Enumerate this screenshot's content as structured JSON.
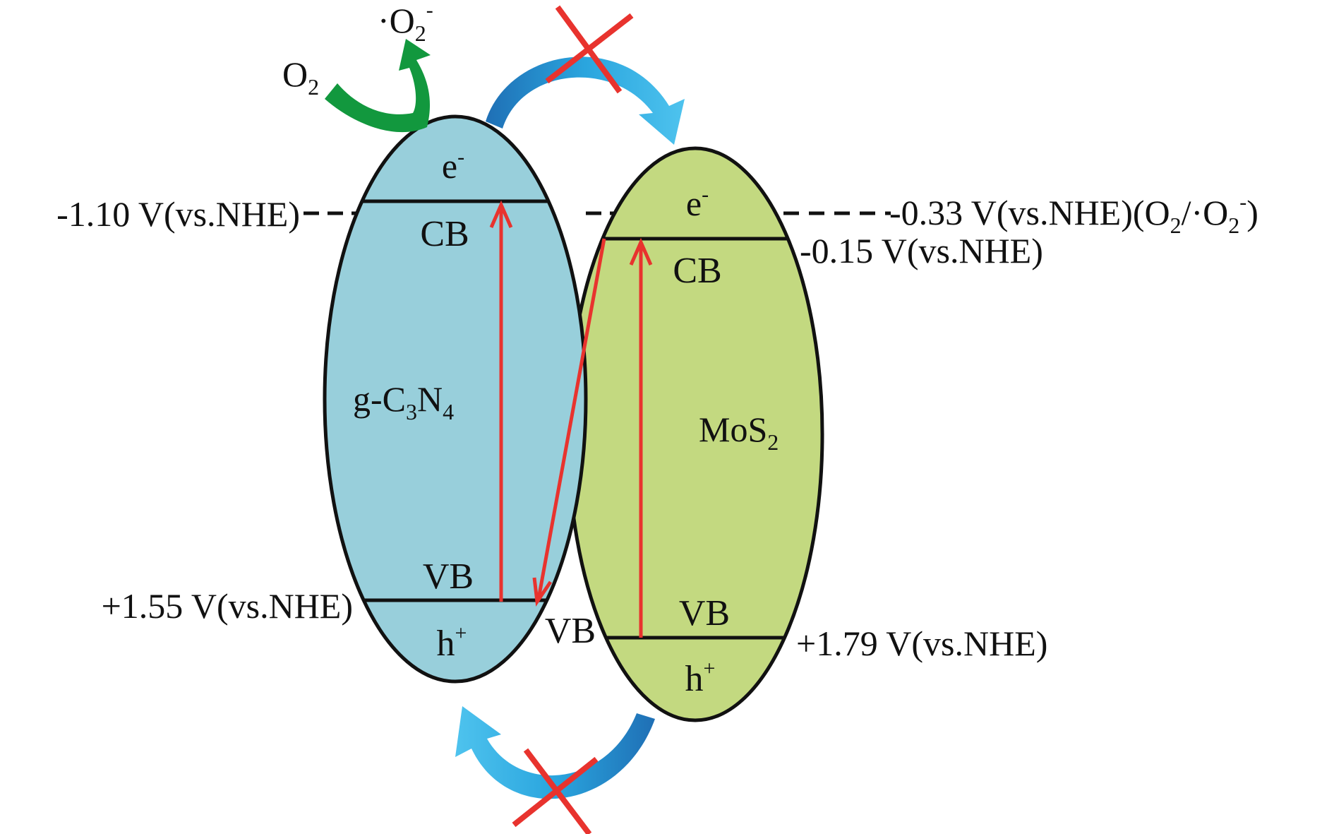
{
  "left_band": {
    "material": "g-C3N4",
    "material_base": "g-C",
    "material_sub1": "3",
    "material_mid": "N",
    "material_sub2": "4",
    "electron": "e",
    "electron_sup": "-",
    "cb_label": "CB",
    "vb_label": "VB",
    "hole": "h",
    "hole_sup": "+",
    "cb_potential": "-1.10 V(vs.NHE)",
    "vb_potential": "+1.55 V(vs.NHE)",
    "fill_color": "#98cfdb"
  },
  "right_band": {
    "material": "MoS2",
    "material_base": "MoS",
    "material_sub": "2",
    "electron": "e",
    "electron_sup": "-",
    "cb_label": "CB",
    "vb_label": "VB",
    "outer_vb_label": "VB",
    "hole": "h",
    "hole_sup": "+",
    "cb_potential": "-0.15 V(vs.NHE)",
    "vb_potential": "+1.79 V(vs.NHE)",
    "fill_color": "#c3d980"
  },
  "reference_line": {
    "text_main": "-0.33 V(vs.NHE)(O",
    "sub1": "2",
    "mid": "/·O",
    "sub2": "2",
    "sup": "-",
    "end": ")"
  },
  "reaction": {
    "reactant": "O",
    "reactant_sub": "2",
    "product": "·O",
    "product_sub": "2",
    "product_sup": "-"
  },
  "colors": {
    "outline": "#111111",
    "excitation_arrow": "#e8332e",
    "transfer_arrow": "#29a8df",
    "reaction_arrow": "#12983e",
    "blocked_cross": "#e8332e"
  }
}
